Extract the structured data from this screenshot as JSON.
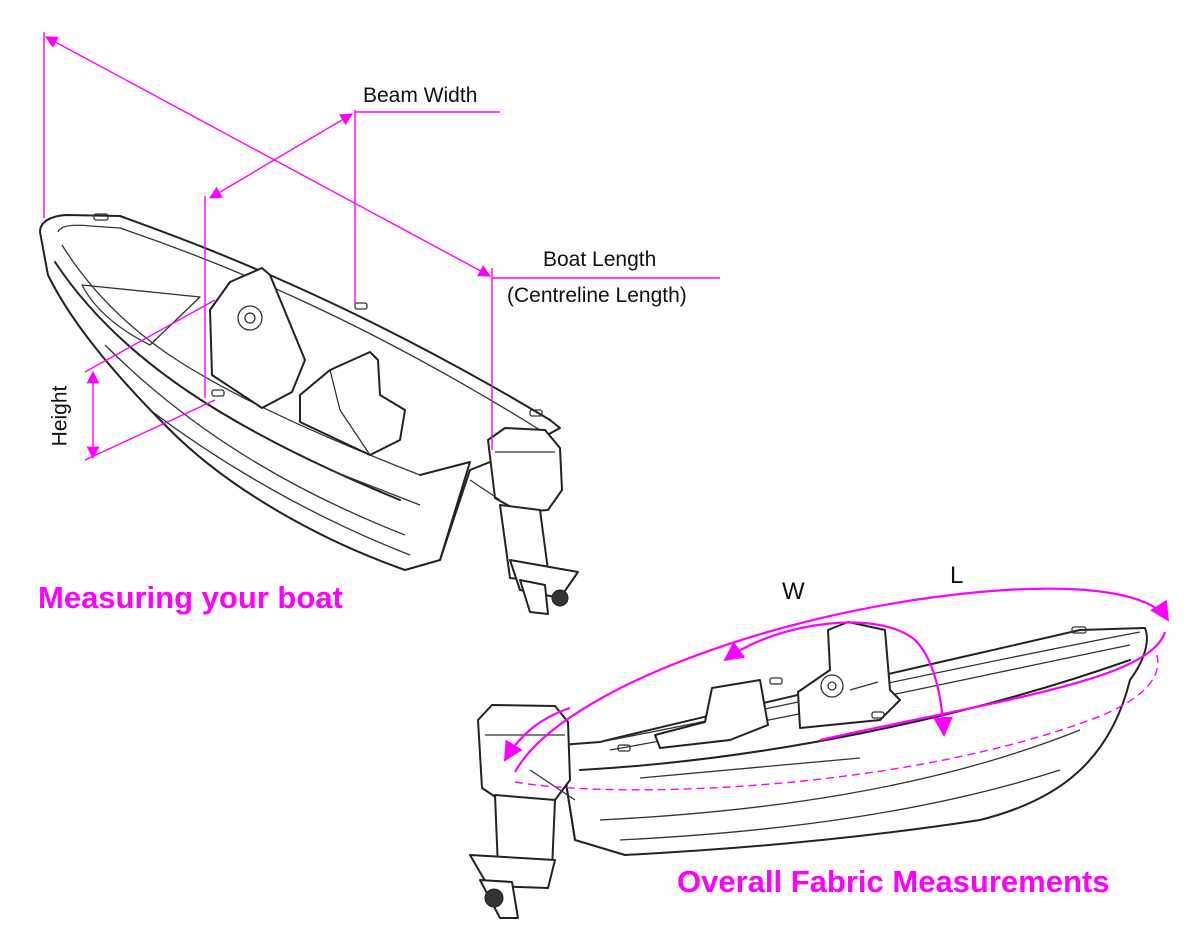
{
  "colors": {
    "accent": "#ff00ff",
    "line": "#222222"
  },
  "top_diagram": {
    "caption": "Measuring your boat",
    "labels": {
      "beam_width": "Beam Width",
      "boat_length": "Boat Length",
      "centreline_length": "(Centreline Length)",
      "height": "Height"
    }
  },
  "bottom_diagram": {
    "caption": "Overall Fabric Measurements",
    "labels": {
      "width": "W",
      "length": "L"
    }
  }
}
